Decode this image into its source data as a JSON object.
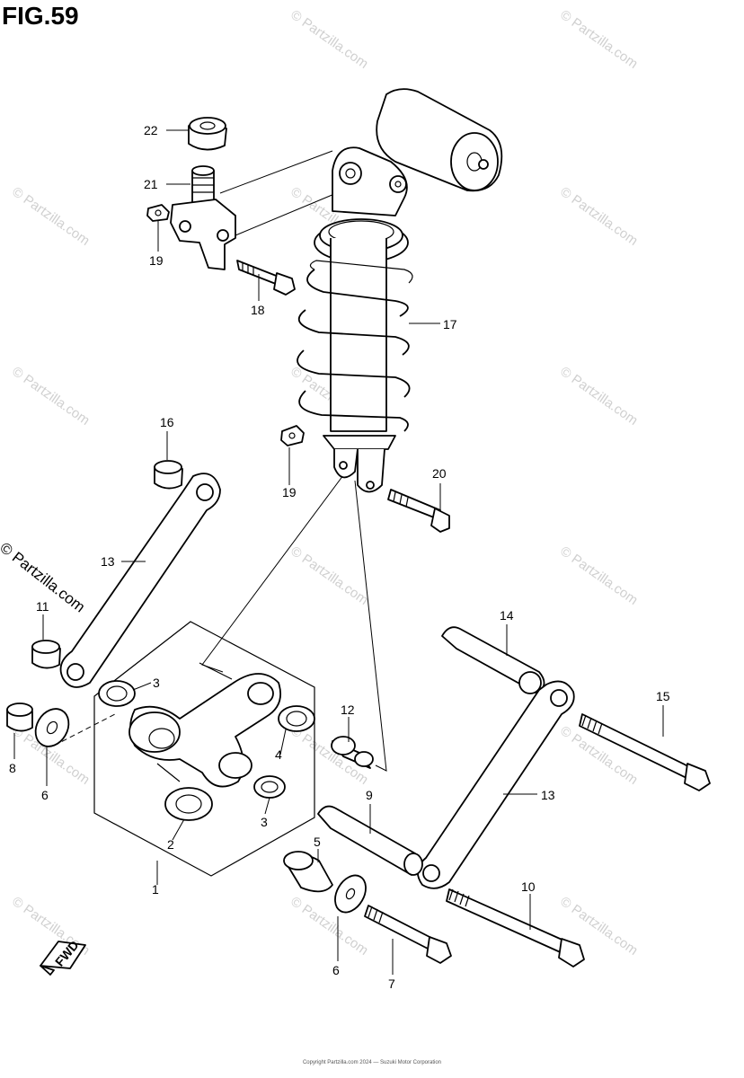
{
  "figure_title": "FIG.59",
  "watermark_text": "© Partzilla.com",
  "side_watermark": "© Partzilla.com",
  "copyright_text": "Copyright Partzilla.com 2024 — Suzuki Motor Corporation",
  "fwd_label": "FWD",
  "callouts": [
    {
      "id": "c1",
      "label": "1"
    },
    {
      "id": "c2",
      "label": "2"
    },
    {
      "id": "c3a",
      "label": "3"
    },
    {
      "id": "c3b",
      "label": "3"
    },
    {
      "id": "c4",
      "label": "4"
    },
    {
      "id": "c5",
      "label": "5"
    },
    {
      "id": "c6a",
      "label": "6"
    },
    {
      "id": "c6b",
      "label": "6"
    },
    {
      "id": "c7",
      "label": "7"
    },
    {
      "id": "c8",
      "label": "8"
    },
    {
      "id": "c9",
      "label": "9"
    },
    {
      "id": "c10",
      "label": "10"
    },
    {
      "id": "c11",
      "label": "11"
    },
    {
      "id": "c12",
      "label": "12"
    },
    {
      "id": "c13a",
      "label": "13"
    },
    {
      "id": "c13b",
      "label": "13"
    },
    {
      "id": "c14",
      "label": "14"
    },
    {
      "id": "c15",
      "label": "15"
    },
    {
      "id": "c16",
      "label": "16"
    },
    {
      "id": "c17",
      "label": "17"
    },
    {
      "id": "c18",
      "label": "18"
    },
    {
      "id": "c19a",
      "label": "19"
    },
    {
      "id": "c19b",
      "label": "19"
    },
    {
      "id": "c20",
      "label": "20"
    },
    {
      "id": "c21",
      "label": "21"
    },
    {
      "id": "c22",
      "label": "22"
    }
  ]
}
